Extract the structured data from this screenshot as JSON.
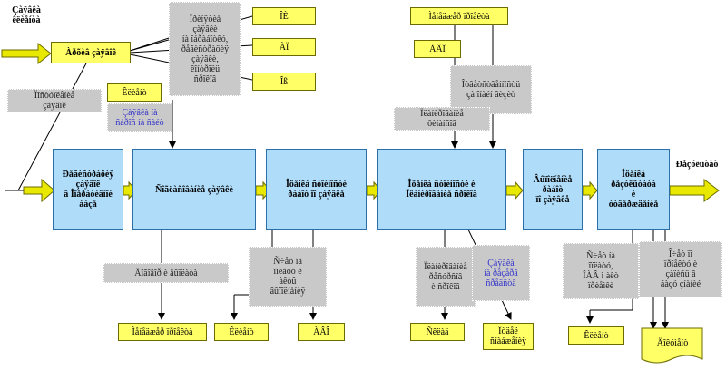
{
  "colors": {
    "process": "#aedcf9",
    "output_box": "#ffff66",
    "note": "#c9c9c9",
    "arrow": "#e8e800",
    "line": "#000000",
    "blue_text": "#3333cc"
  },
  "top": {
    "input_label": "Çàÿâêà\nêëèåíòà",
    "first_box": "Àðõèâ çàÿâîê",
    "note_lines": "Ïðèíÿòèå\nçàÿâêè\níà îáðàáîòêó,\nðåãèñòðàöèÿ\nçàÿâêè,\nêîíòðîëü\nñðîêîâ",
    "box_oi": "ÎÈ",
    "box_ai": "ÀÏ",
    "box_iy": "Îß",
    "client": "Êëèåíò",
    "client_note": "Çàÿâêà íà\nñáðîñ íà ñàéò",
    "left_note": "Ïîñòóïëåíèå\nçàÿâîê",
    "manager_top": "Ìåíåäæåð ïðîåêòà",
    "avo": "ÀÂÎ",
    "right_note": "Îòâåòñòâåííîñòü\nçà îíàéí âèçèò",
    "mid_note": "Ïëàíèðîâàíèå\nôèíàíñîâ"
  },
  "processes": [
    "Ðåãèñòðàöèÿ\nçàÿâîê\nâ Îïåðàòèâíîé\náàçå",
    "Ñîãëàñîâàíèå çàÿâêè",
    "Îöåíêà ñòîèìîñòè\nðàáîò ïî çàÿâêå",
    "Îöåíêà ñòîèìîñòè è\nÏëàíèðîâàíèå ñðîêîâ",
    "Âûïîëíåíèå\nðàáîò\nïî çàÿâêå",
    "Îöåíêà\nðåçóëüòàòà\nè\nóòâåðæäåíèå"
  ],
  "output_label": "Ðåçóëüòàò",
  "bottom": {
    "note1": "Äîãîâîð è âûïëàòà",
    "note2": "Ñ÷åò íà\nîïëàòó è\nàêòû\nâûïîëíåíèÿ",
    "note3": "Ïëàíèðîâàíèå\nðåñóðñîâ\nè ñðîêîâ",
    "blue_note": "Çàÿâêà\níà ðåçåðâ\nñðåäñòâ",
    "note4": "Ñ÷åò íà\nîïëàòó,\nÎÀÂ ì àêò\nïðèåìêè",
    "note5": "Î÷åò ïî\nïðîåêòó è\nçàïèñü â\náàçó çíàíèé",
    "box_manager": "Ìåíåäæåð ïðîåêòà",
    "box_client1": "Êëèåíò",
    "box_avo": "ÀÂÎ",
    "box_sklad": "Ñêëàä",
    "box_otdel": "Îòäåë ñíàáæåíèÿ",
    "box_client2": "Êëèåíò",
    "doc": "Äîêóìåíò"
  }
}
